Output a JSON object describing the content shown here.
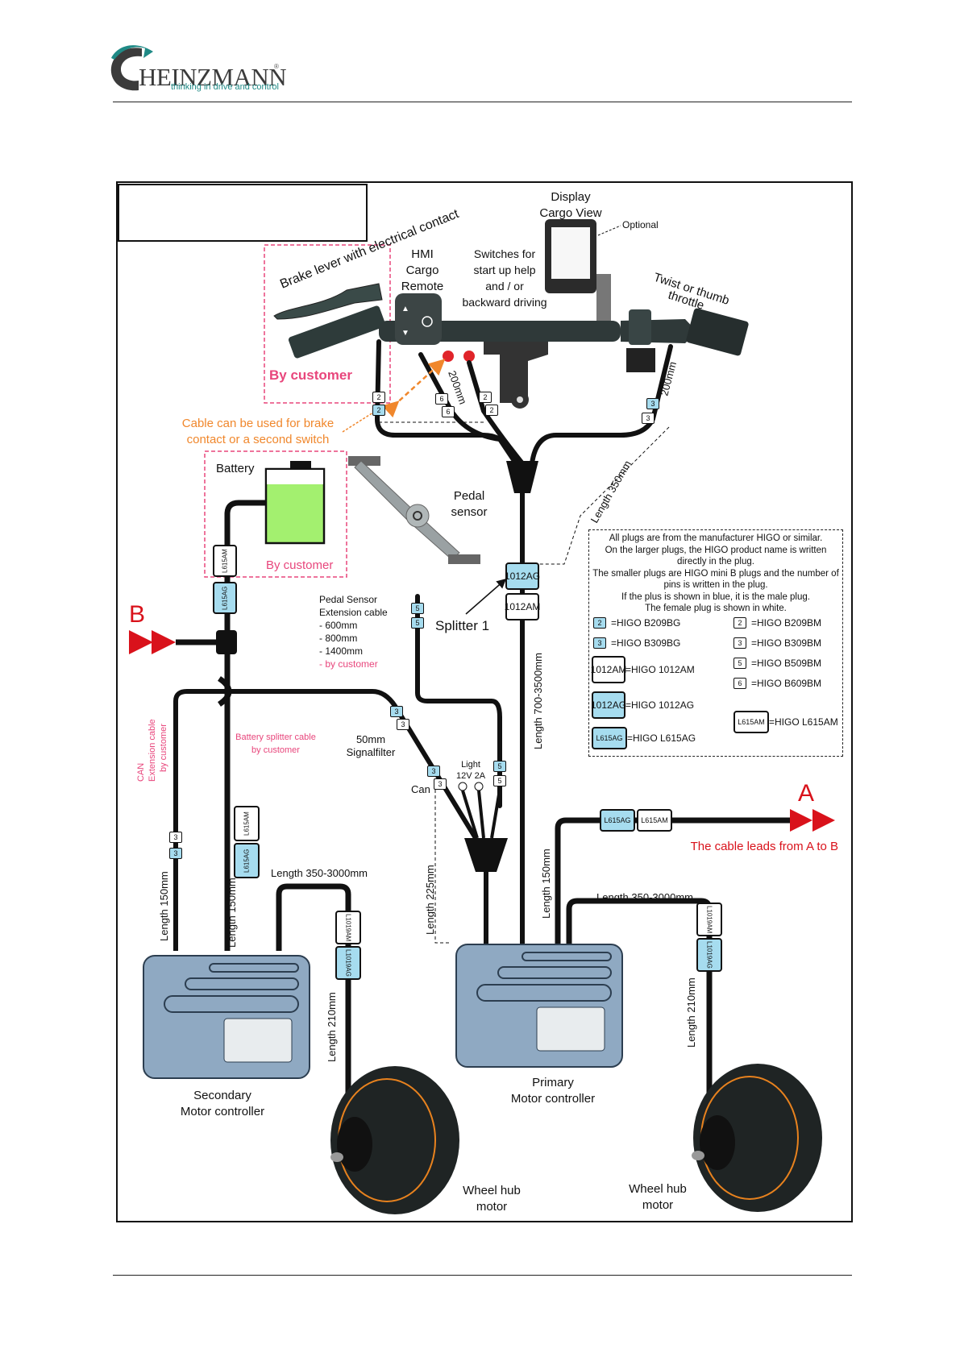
{
  "header": {
    "logo_brand": "HEINZMANN",
    "logo_reg": "®",
    "logo_tagline": "thinking in drive and control",
    "colors": {
      "brand_teal": "#1f8a86",
      "brand_dark": "#3b3b3b"
    }
  },
  "diagram": {
    "title_box": "",
    "components": {
      "brake_lever": "Brake lever with electrical contact",
      "by_customer_brake": "By customer",
      "hmi": [
        "HMI",
        "Cargo",
        "Remote"
      ],
      "switches": [
        "Switches for",
        "start up help",
        "and / or",
        "backward driving"
      ],
      "display": [
        "Display",
        "Cargo View"
      ],
      "optional": "Optional",
      "throttle": [
        "Twist or thumb",
        "throttle"
      ],
      "cable_note": [
        "Cable can be used for brake",
        "contact or a second switch"
      ],
      "battery": "Battery",
      "by_customer_battery": "By customer",
      "pedal_sensor": [
        "Pedal",
        "sensor"
      ],
      "pedal_ext": [
        "Pedal Sensor",
        "Extension cable",
        "- 600mm",
        "- 800mm",
        "- 1400mm"
      ],
      "pedal_ext_customer": "- by customer",
      "splitter": "Splitter 1",
      "signalfilter": [
        "50mm",
        "Signalfilter"
      ],
      "can": "Can",
      "light": [
        "Light",
        "12V  2A"
      ],
      "battery_splitter": [
        "Battery splitter cable",
        "by customer"
      ],
      "can_ext": [
        "CAN",
        "Extension cable",
        "by customer"
      ],
      "secondary_controller": [
        "Secondary",
        "Motor controller"
      ],
      "primary_controller": [
        "Primary",
        "Motor controller"
      ],
      "wheel_hub_left": [
        "Wheel hub",
        "motor"
      ],
      "wheel_hub_right": [
        "Wheel hub",
        "motor"
      ],
      "marker_a": "A",
      "marker_b": "B",
      "a_to_b": "The cable leads from A to B"
    },
    "lengths": {
      "hmi_200": "200mm",
      "throttle_200": "200mm",
      "len_350": "Length 350mm",
      "len_700_3500": "Length 700-3500mm",
      "len_150_primary": "Length 150mm",
      "len_225": "Length 225mm",
      "len_350_3000_primary": "Length 350-3000mm",
      "len_210_primary": "Length 210mm",
      "len_150_can": "Length 150mm",
      "len_150_secondary": "Length 150mm",
      "len_350_3000_secondary": "Length 350-3000mm",
      "len_210_secondary": "Length 210mm"
    },
    "plugs": {
      "p2": "2",
      "p3": "3",
      "p5": "5",
      "p6": "6",
      "ag1012": [
        "1012",
        "AG"
      ],
      "am1012": [
        "1012",
        "AM"
      ],
      "l615ag": "L615AG",
      "l615am": "L615AM",
      "l1019am": "L1019AM",
      "l1019ag": "L1019AG"
    },
    "legend": {
      "intro": [
        "All plugs are from the manufacturer HIGO or similar.",
        "On the larger plugs, the HIGO product name is written directly in the plug.",
        "The smaller plugs are HIGO mini B plugs and the number of pins is written in the plug.",
        "If the plus is shown in blue, it is the male plug.",
        "The female plug is shown in white."
      ],
      "left": [
        {
          "plug": "2",
          "kind": "male",
          "label": "=HIGO B209BG"
        },
        {
          "plug": "3",
          "kind": "male",
          "label": "=HIGO B309BG"
        },
        {
          "plug": "1012 AM",
          "kind": "female",
          "label": "=HIGO 1012AM"
        },
        {
          "plug": "1012 AG",
          "kind": "male",
          "label": "=HIGO 1012AG"
        },
        {
          "plug": "L615AG",
          "kind": "male",
          "label": "=HIGO L615AG"
        }
      ],
      "right": [
        {
          "plug": "2",
          "kind": "female",
          "label": "=HIGO B209BM"
        },
        {
          "plug": "3",
          "kind": "female",
          "label": "=HIGO B309BM"
        },
        {
          "plug": "5",
          "kind": "female",
          "label": "=HIGO B509BM"
        },
        {
          "plug": "6",
          "kind": "female",
          "label": "=HIGO B609BM"
        },
        {
          "plug": "L615AM",
          "kind": "female",
          "label": "=HIGO L615AM"
        }
      ]
    },
    "colors": {
      "cable": "#111111",
      "male_plug": "#a6dcef",
      "female_plug": "#ffffff",
      "customer_pink": "#e8467c",
      "note_orange": "#f0872c",
      "arrow_red": "#d9121b",
      "battery_green": "#a3f06f",
      "controller_blue": "#8fa9c2"
    }
  }
}
